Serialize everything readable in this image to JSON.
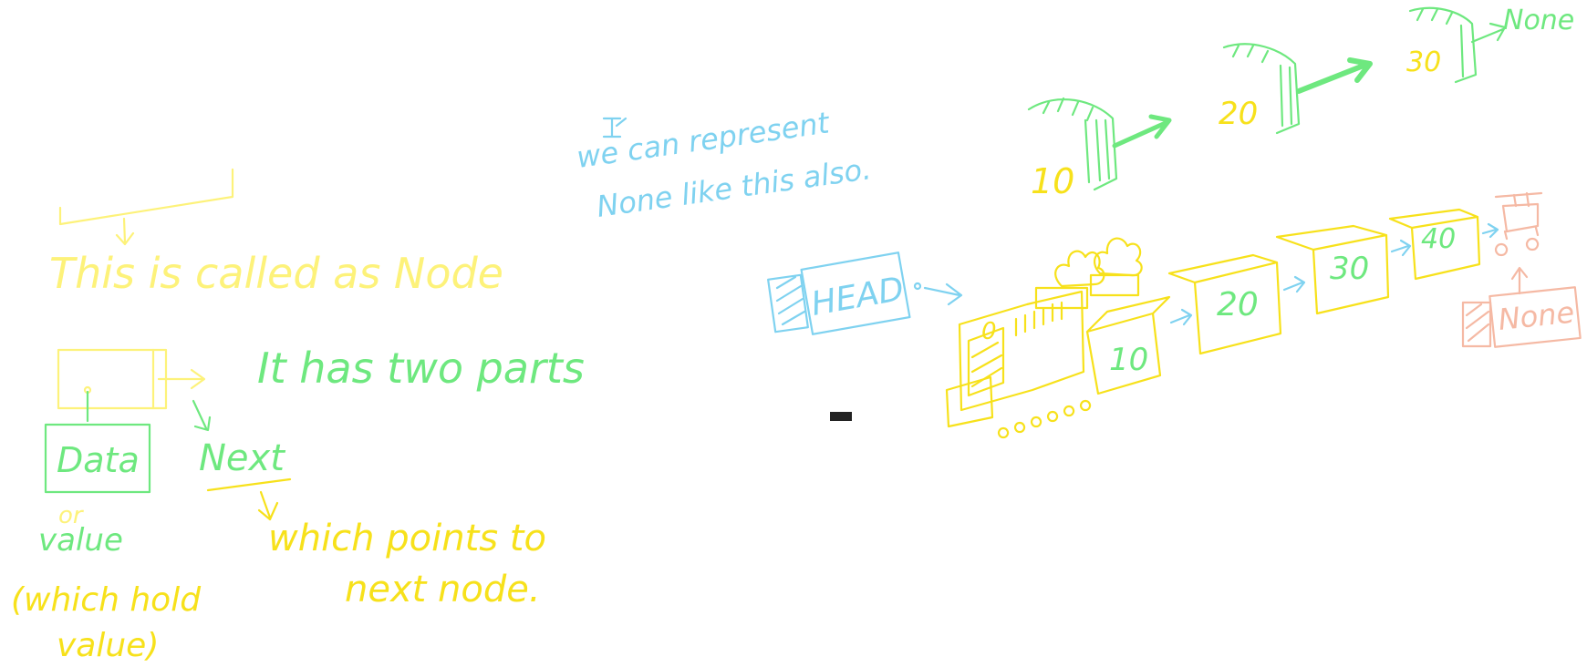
{
  "colors": {
    "yellow": "#f7e11b",
    "pale_yellow": "#fdf27a",
    "green": "#6ee87f",
    "blue": "#7fd2f0",
    "salmon": "#f5b9a4",
    "dark_mark": "#222222"
  },
  "node_section": {
    "called_node": "This is called as Node",
    "two_parts": "It has two parts",
    "data_label": "Data",
    "or_label": "or",
    "value_label": "value",
    "which_hold_line1": "(which hold",
    "which_hold_line2": "value)",
    "next_label": "Next",
    "points_line1": "which points to",
    "points_line2": "next node."
  },
  "note": {
    "line1": "we can represent",
    "line2": "None like this also."
  },
  "ground_chain": {
    "values": [
      "10",
      "20",
      "30"
    ],
    "end_label": "None"
  },
  "train": {
    "head_label": "HEAD",
    "engine_label": "0",
    "wagons": [
      "10",
      "20",
      "30",
      "40"
    ],
    "none_label": "None"
  }
}
